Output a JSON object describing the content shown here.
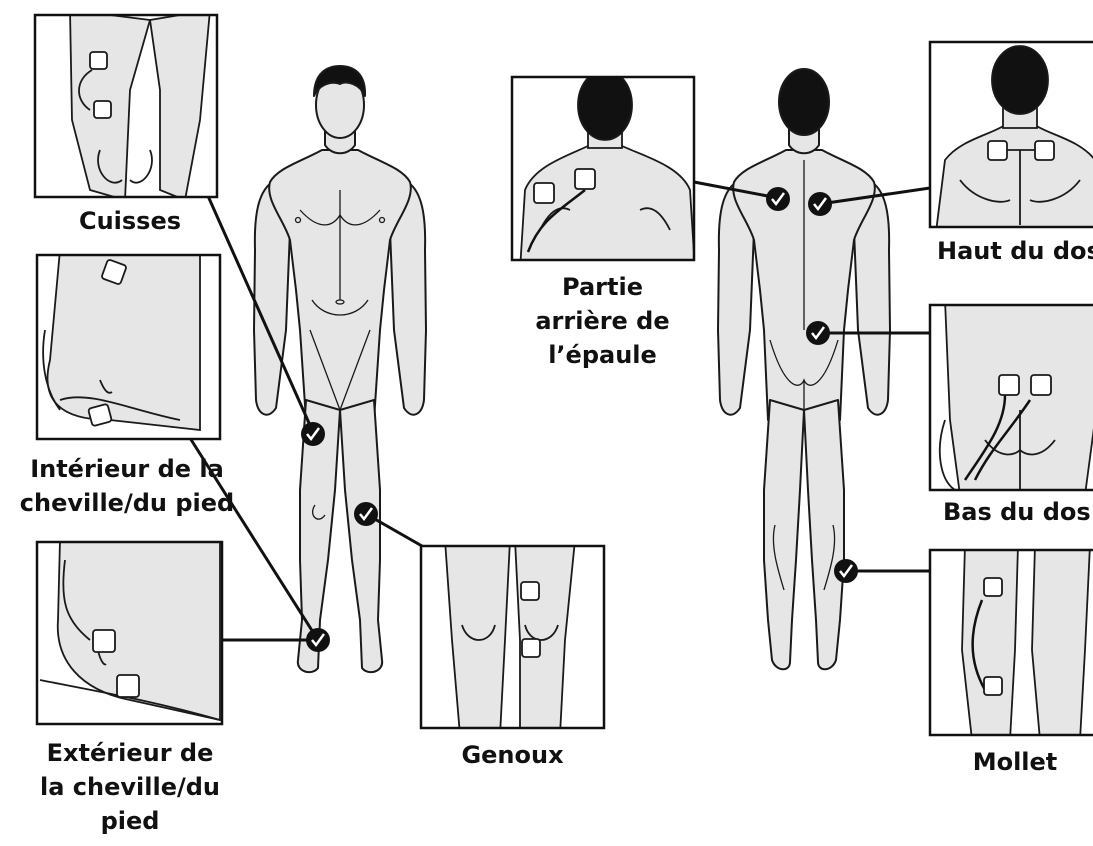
{
  "colors": {
    "skin": "#e6e6e6",
    "outline": "#1a1a1a",
    "hair": "#111111",
    "marker": "#111111",
    "pad": "#ffffff"
  },
  "labels": {
    "cuisses": [
      "Cuisses"
    ],
    "interieur": [
      "Intérieur de la",
      "cheville/du pied"
    ],
    "exterieur": [
      "Extérieur de",
      "la cheville/du",
      "pied"
    ],
    "genoux": [
      "Genoux"
    ],
    "epaule": [
      "Partie",
      "arrière de",
      "l’épaule"
    ],
    "haut_dos": [
      "Haut du dos"
    ],
    "bas_dos": [
      "Bas du dos"
    ],
    "mollet": [
      "Mollet"
    ]
  },
  "icons": {
    "marker": "checkmark-icon",
    "pad": "electrode-pad-icon"
  }
}
